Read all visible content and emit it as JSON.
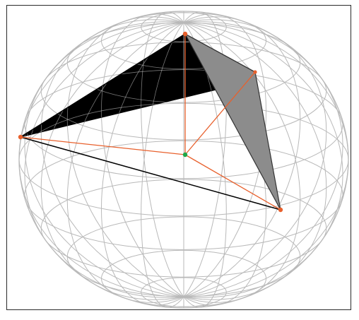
{
  "figure": {
    "description_free": true,
    "colors": {
      "frame": "#2a2a2a",
      "sphere_grid": "#b9b9b9",
      "black_face": "#000000",
      "gray_face": "#8c8c8c",
      "orange_points": "#e8602c",
      "orange_lines": "#e8602c",
      "center_point": "#1ea84a",
      "bottom_edge": "#000000"
    },
    "sphere": {
      "latitude_lines": 12,
      "longitude_lines": 24
    },
    "points": {
      "top": "orange-point",
      "left": "orange-point",
      "right_upper": "orange-point",
      "bottom_right": "orange-point",
      "center": "green-point"
    }
  }
}
